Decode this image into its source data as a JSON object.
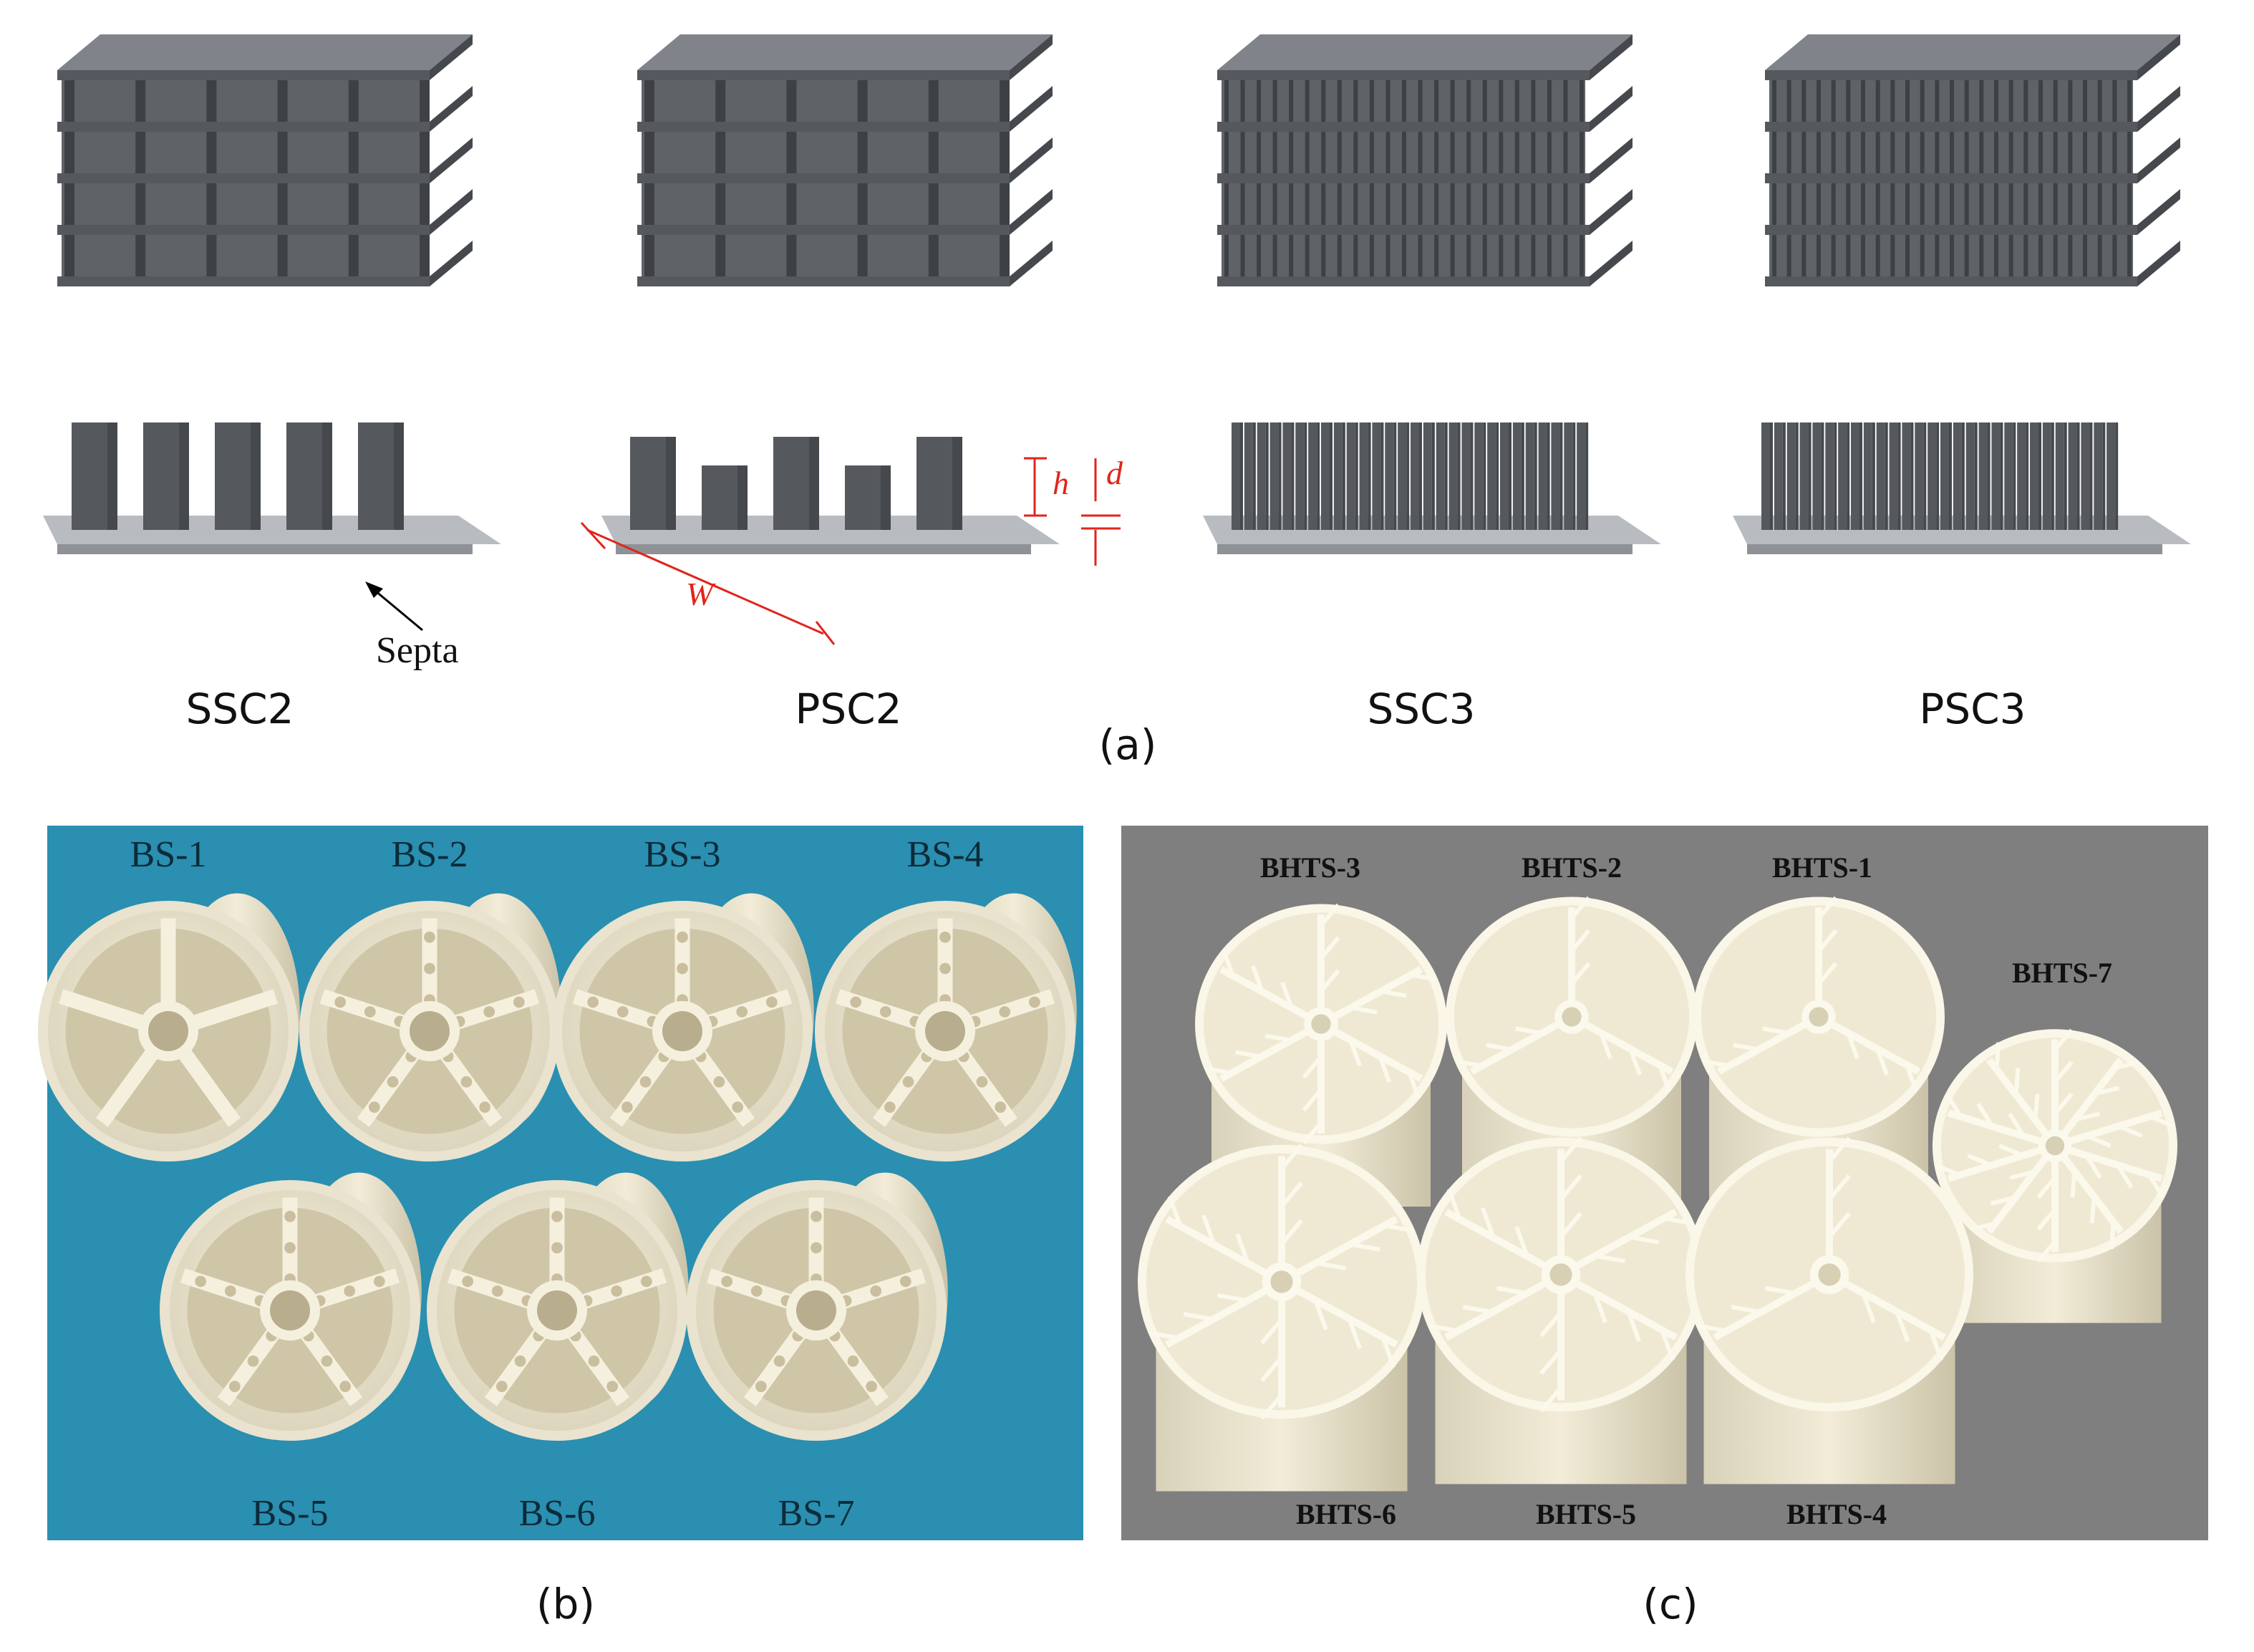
{
  "panel_a": {
    "models": [
      {
        "id": "ssc2",
        "label": "SSC2"
      },
      {
        "id": "psc2",
        "label": "PSC2"
      },
      {
        "id": "ssc3",
        "label": "SSC3"
      },
      {
        "id": "psc3",
        "label": "PSC3"
      }
    ],
    "septa_label": "Septa",
    "dim_h": "h",
    "dim_d": "d",
    "dim_w": "W",
    "caption": "(a)",
    "colors": {
      "top": "#7a7e82",
      "front": "#55595d",
      "side": "#45494d",
      "septa": "#b8bcc0",
      "dim": "#e0251b"
    }
  },
  "panel_b": {
    "background": "#2a8fb0",
    "labels_top": [
      "BS-1",
      "BS-2",
      "BS-3",
      "BS-4"
    ],
    "labels_bottom": [
      "BS-5",
      "BS-6",
      "BS-7"
    ],
    "caption": "(b)"
  },
  "panel_c": {
    "background": "#7f7f7f",
    "labels_top": [
      "BHTS-3",
      "BHTS-2",
      "BHTS-1"
    ],
    "label_right": "BHTS-7",
    "labels_bottom": [
      "BHTS-6",
      "BHTS-5",
      "BHTS-4"
    ],
    "caption": "(c)"
  }
}
